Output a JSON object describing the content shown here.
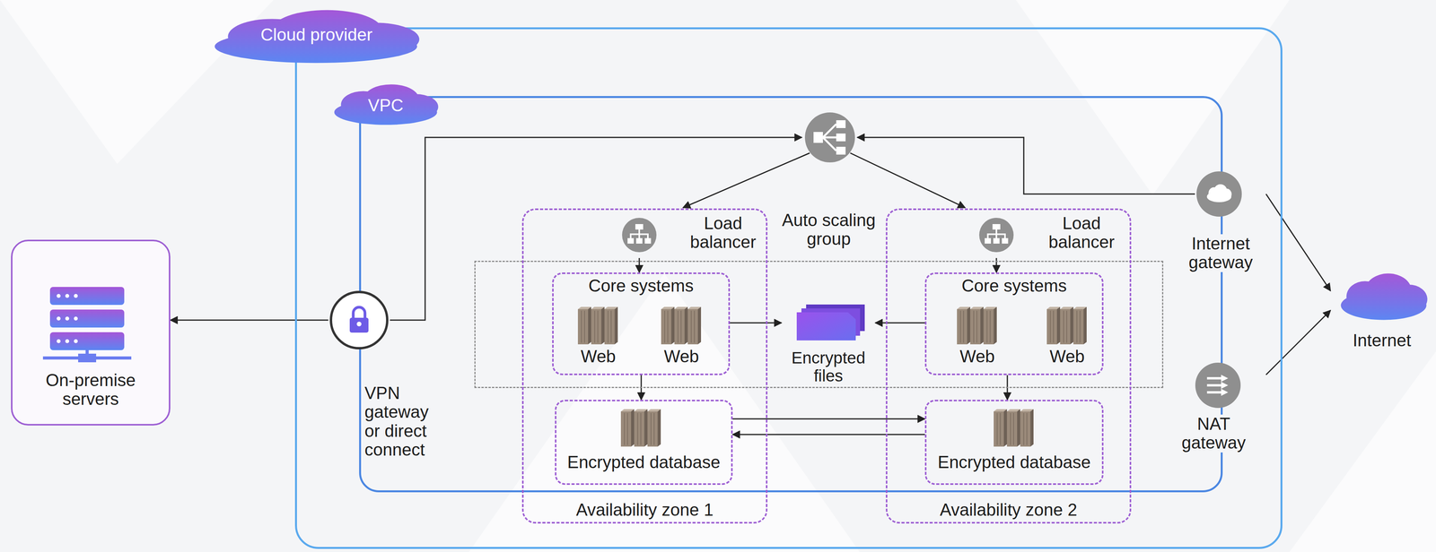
{
  "diagram": {
    "nodes": [
      {
        "text": [
          "Cloud provider"
        ]
      },
      {
        "text": [
          "VPC"
        ],
        "in": 0
      },
      {
        "text": [
          "Auto scaling group"
        ],
        "in": 1
      },
      {
        "text": [
          "Availability zone 1"
        ],
        "in": 1
      },
      {
        "text": [
          "Load balancer"
        ],
        "in": 3
      },
      {
        "text": [
          "Core systems"
        ],
        "in": 3
      },
      {
        "text": [
          "Web"
        ],
        "in": 5
      },
      {
        "text": [
          "Web"
        ],
        "in": 5
      },
      {
        "text": [
          "Encrypted database"
        ],
        "in": 3
      },
      {
        "text": [
          "Encrypted files"
        ],
        "in": 1
      },
      {
        "text": [
          "Availability zone 2"
        ],
        "in": 1
      },
      {
        "text": [
          "Load balancer"
        ],
        "in": 10
      },
      {
        "text": [
          "Core systems"
        ],
        "in": 10
      },
      {
        "text": [
          "Web"
        ],
        "in": 12
      },
      {
        "text": [
          "Web"
        ],
        "in": 12
      },
      {
        "text": [
          "Encrypted database"
        ],
        "in": 10
      },
      {
        "text": [
          "VPN gateway or direct connect"
        ],
        "in": 0
      },
      {
        "text": [
          "Internet gateway"
        ],
        "in": 0
      },
      {
        "text": [
          "NAT gateway"
        ],
        "in": 0
      },
      {
        "text": [
          "On-premise servers"
        ]
      },
      {
        "text": [
          "Internet"
        ]
      }
    ],
    "edges": [
      {
        "from": 4,
        "to": 5,
        "arrow": "to"
      },
      {
        "from": 11,
        "to": 12,
        "arrow": "to"
      },
      {
        "from": 5,
        "to": 9,
        "arrow": "to"
      },
      {
        "from": 12,
        "to": 9,
        "arrow": "to"
      },
      {
        "from": 5,
        "to": 8,
        "arrow": "to"
      },
      {
        "from": 12,
        "to": 15,
        "arrow": "to"
      },
      {
        "from": 8,
        "to": 15,
        "arrow": "to"
      },
      {
        "from": 15,
        "to": 8,
        "arrow": "to"
      },
      {
        "from": 16,
        "to": 19,
        "arrow": "to"
      },
      {
        "from": 17,
        "to": 20,
        "arrow": "to"
      },
      {
        "from": 18,
        "to": 20,
        "arrow": "to"
      }
    ]
  }
}
